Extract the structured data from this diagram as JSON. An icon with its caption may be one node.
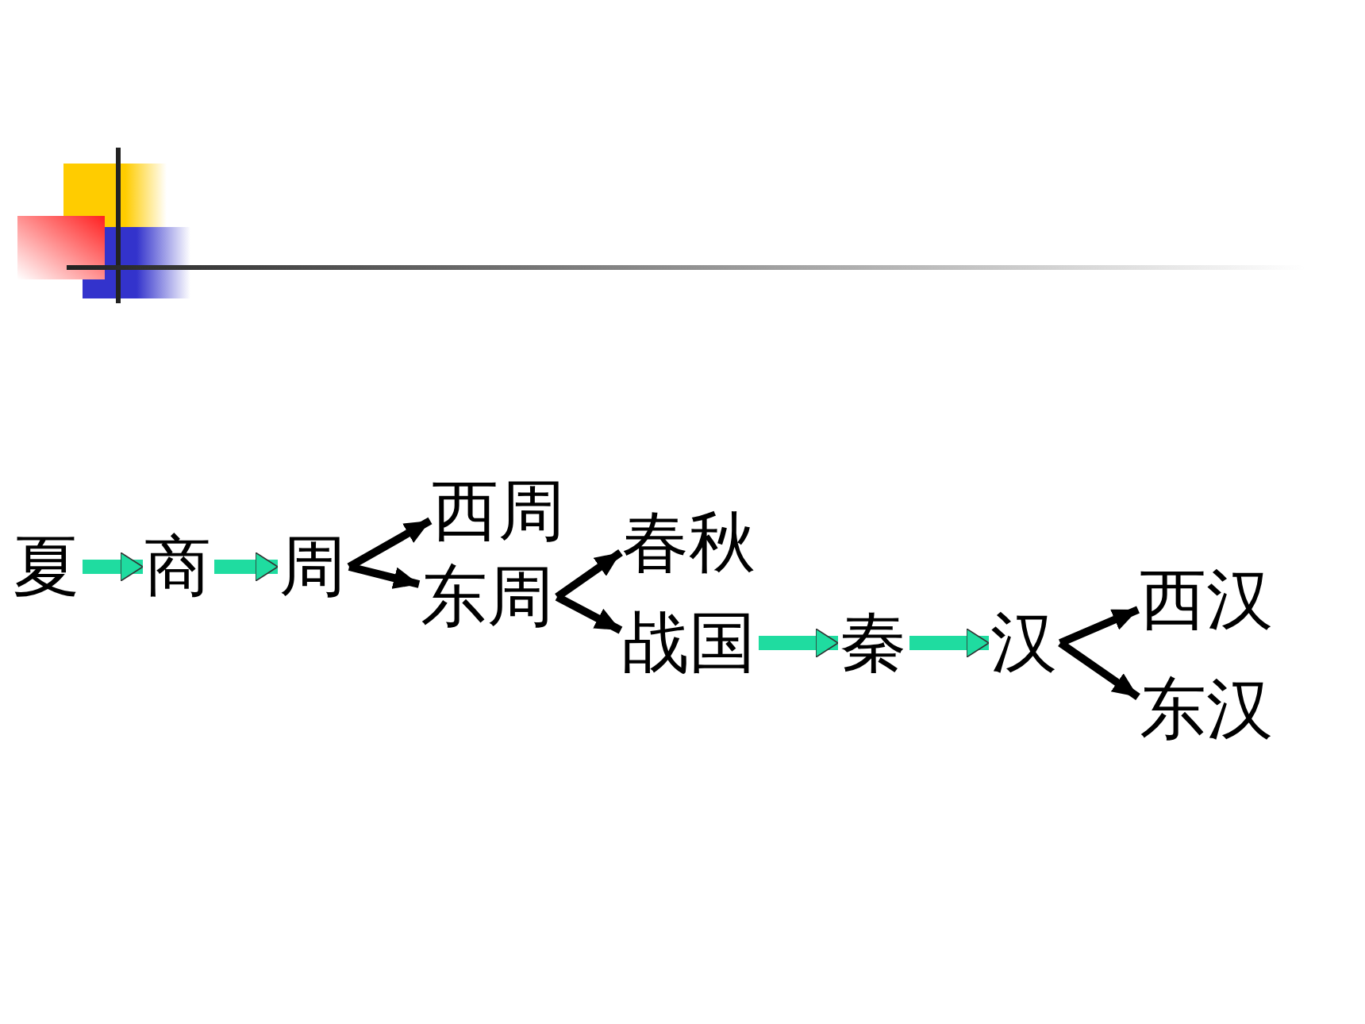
{
  "diagram": {
    "nodes": [
      {
        "text": [
          "夏"
        ]
      },
      {
        "text": [
          "商"
        ]
      },
      {
        "text": [
          "周"
        ]
      },
      {
        "text": [
          "西周"
        ]
      },
      {
        "text": [
          "东周"
        ]
      },
      {
        "text": [
          "春秋"
        ]
      },
      {
        "text": [
          "战国"
        ]
      },
      {
        "text": [
          "秦"
        ]
      },
      {
        "text": [
          "汉"
        ]
      },
      {
        "text": [
          "西汉"
        ]
      },
      {
        "text": [
          "东汉"
        ]
      }
    ],
    "edges": [
      {
        "from": 0,
        "to": 1,
        "arrow": "to",
        "style": "thick",
        "color": "#1fdca0"
      },
      {
        "from": 1,
        "to": 2,
        "arrow": "to",
        "style": "thick",
        "color": "#1fdca0"
      },
      {
        "from": 2,
        "to": 3,
        "arrow": "to"
      },
      {
        "from": 2,
        "to": 4,
        "arrow": "to"
      },
      {
        "from": 4,
        "to": 5,
        "arrow": "to"
      },
      {
        "from": 4,
        "to": 6,
        "arrow": "to"
      },
      {
        "from": 6,
        "to": 7,
        "arrow": "to",
        "style": "thick",
        "color": "#1fdca0"
      },
      {
        "from": 7,
        "to": 8,
        "arrow": "to",
        "style": "thick",
        "color": "#1fdca0"
      },
      {
        "from": 8,
        "to": 9,
        "arrow": "to"
      },
      {
        "from": 8,
        "to": 10,
        "arrow": "to"
      }
    ]
  }
}
